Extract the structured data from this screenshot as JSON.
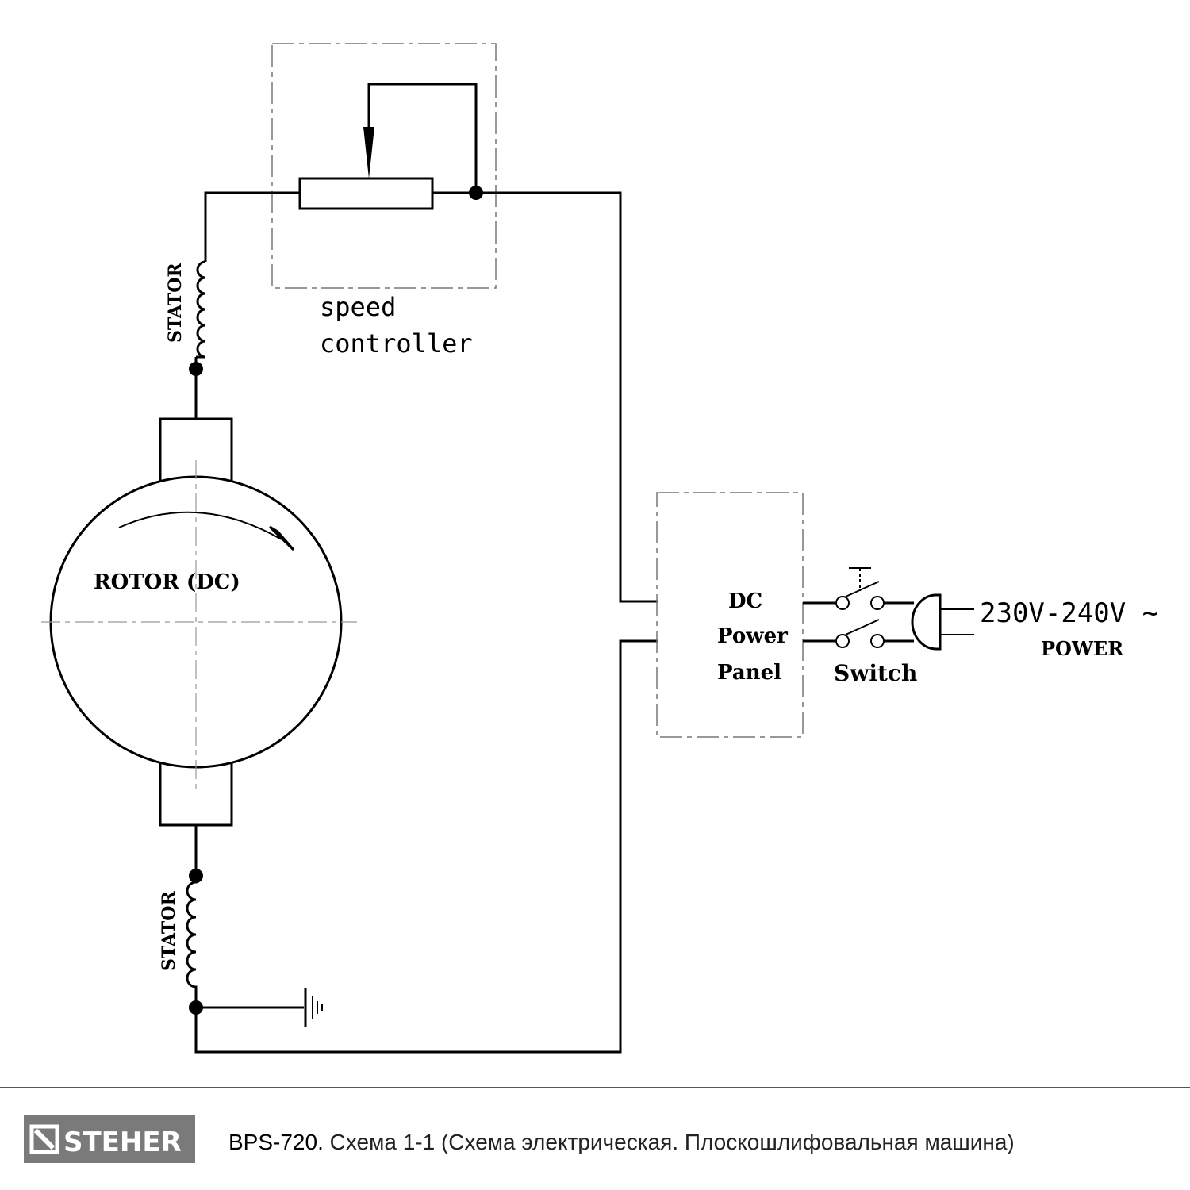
{
  "diagram": {
    "speed_controller_label_line1": "speed",
    "speed_controller_label_line2": "controller",
    "stator_top_label": "STATOR",
    "stator_bottom_label": "STATOR",
    "rotor_label": "ROTOR (DC)",
    "power_panel_line1": "DC",
    "power_panel_line2": "Power",
    "power_panel_line3": "Panel",
    "switch_label": "Switch",
    "voltage_label": "230V-240V ~",
    "power_label": "POWER"
  },
  "footer": {
    "brand": "STEHER",
    "model": "BPS-720.",
    "caption": " Схема 1-1 (Схема электрическая. Плоскошлифовальная машина)"
  }
}
